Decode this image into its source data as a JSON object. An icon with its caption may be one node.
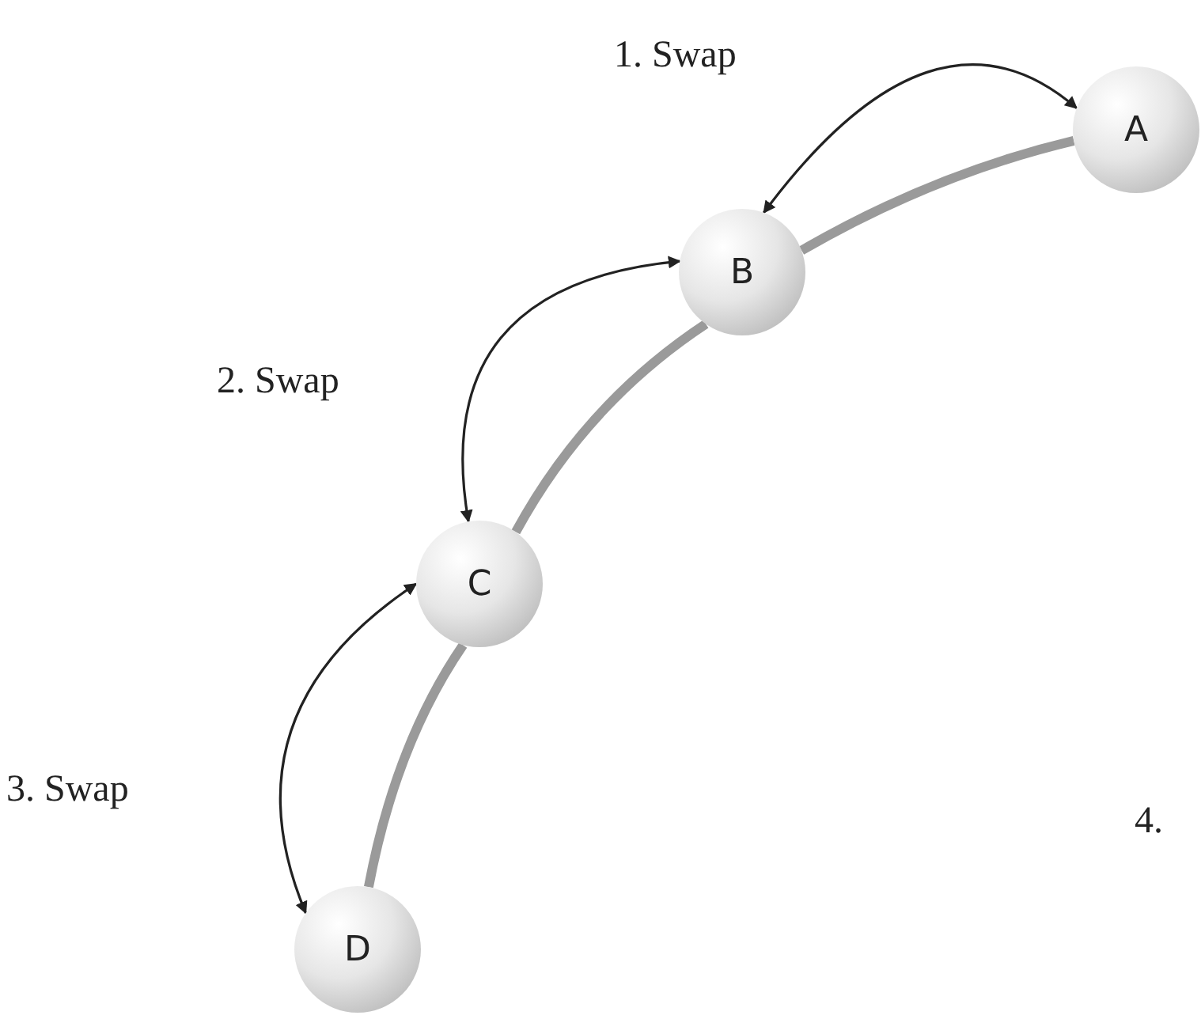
{
  "diagram": {
    "nodes": [
      {
        "text": [
          "A"
        ]
      },
      {
        "text": [
          "B"
        ]
      },
      {
        "text": [
          "C"
        ]
      },
      {
        "text": [
          "D"
        ]
      }
    ],
    "edges": [
      {
        "from": 0,
        "to": 1,
        "arrow": "none",
        "style": "thick",
        "color": "#9a9a9a"
      },
      {
        "from": 1,
        "to": 2,
        "arrow": "none",
        "style": "thick",
        "color": "#9a9a9a"
      },
      {
        "from": 2,
        "to": 3,
        "arrow": "none",
        "style": "thick",
        "color": "#9a9a9a"
      },
      {
        "from": 0,
        "to": 1,
        "arrow": "both",
        "label": "1. Swap",
        "color": "#222222"
      },
      {
        "from": 1,
        "to": 2,
        "arrow": "both",
        "label": "2. Swap",
        "color": "#222222"
      },
      {
        "from": 2,
        "to": 3,
        "arrow": "both",
        "label": "3. Swap",
        "color": "#222222"
      }
    ],
    "labels": [
      "4."
    ]
  }
}
